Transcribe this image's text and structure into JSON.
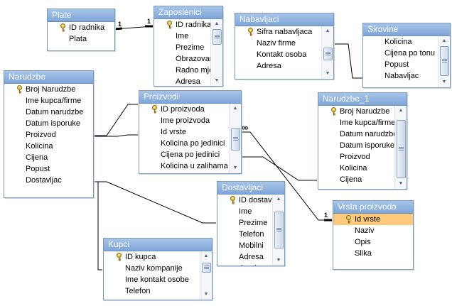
{
  "relationship_labels": {
    "one": "1",
    "many": "∞"
  },
  "tables": {
    "plate": {
      "title": "Plate",
      "fields": [
        {
          "name": "ID radnika",
          "key": true
        },
        {
          "name": "Plata"
        }
      ]
    },
    "zaposlenici": {
      "title": "Zaposlenici",
      "fields": [
        {
          "name": "ID radnika",
          "key": true
        },
        {
          "name": "Ime"
        },
        {
          "name": "Prezime"
        },
        {
          "name": "Obrazovanje"
        },
        {
          "name": "Radno mjesto"
        },
        {
          "name": "Adresa"
        }
      ]
    },
    "nabavljaci": {
      "title": "Nabavljaci",
      "fields": [
        {
          "name": "Sifra nabavljaca",
          "key": true
        },
        {
          "name": "Naziv firme"
        },
        {
          "name": "Kontakt osoba"
        },
        {
          "name": "Adresa"
        }
      ]
    },
    "sirovine": {
      "title": "Sirovine",
      "fields": [
        {
          "name": "Kolicina"
        },
        {
          "name": "Cijena po tonu"
        },
        {
          "name": "Popust"
        },
        {
          "name": "Nabavljac"
        }
      ]
    },
    "narudzbe": {
      "title": "Narudzbe",
      "fields": [
        {
          "name": "Broj Narudzbe",
          "key": true
        },
        {
          "name": "Ime kupca/firme"
        },
        {
          "name": "Datum narudzbe"
        },
        {
          "name": "Datum isporuke"
        },
        {
          "name": "Proizvod"
        },
        {
          "name": "Kolicina"
        },
        {
          "name": "Cijena"
        },
        {
          "name": "Popust"
        },
        {
          "name": "Dostavljac"
        }
      ]
    },
    "proizvodi": {
      "title": "Proizvodi",
      "fields": [
        {
          "name": "ID proizvoda",
          "key": true
        },
        {
          "name": "Ime proizvoda"
        },
        {
          "name": "Id vrste"
        },
        {
          "name": "Kolicina po jedinici"
        },
        {
          "name": "Cijena po jedinici"
        },
        {
          "name": "Kolicina u zalihama"
        }
      ]
    },
    "narudzbe1": {
      "title": "Narudzbe_1",
      "fields": [
        {
          "name": "Broj Narudzbe",
          "key": true
        },
        {
          "name": "Ime kupca/firme"
        },
        {
          "name": "Datum narudzbe"
        },
        {
          "name": "Datum isporuke"
        },
        {
          "name": "Proizvod"
        },
        {
          "name": "Kolicina"
        },
        {
          "name": "Cijena"
        }
      ]
    },
    "dostavljaci": {
      "title": "Dostavljaci",
      "fields": [
        {
          "name": "ID dostavljaca",
          "key": true
        },
        {
          "name": "Ime"
        },
        {
          "name": "Prezime"
        },
        {
          "name": "Telefon"
        },
        {
          "name": "Mobilni"
        },
        {
          "name": "Adresa"
        },
        {
          "name": "Grad"
        }
      ]
    },
    "vrsta": {
      "title": "Vrsta proizvoda",
      "fields": [
        {
          "name": "Id vrste",
          "key": true,
          "selected": true
        },
        {
          "name": "Naziv"
        },
        {
          "name": "Opis"
        },
        {
          "name": "Slika"
        }
      ]
    },
    "kupci": {
      "title": "Kupci",
      "fields": [
        {
          "name": "ID kupca",
          "key": true
        },
        {
          "name": "Naziv kompanije"
        },
        {
          "name": "Ime kontakt osobe"
        },
        {
          "name": "Telefon"
        }
      ]
    }
  }
}
